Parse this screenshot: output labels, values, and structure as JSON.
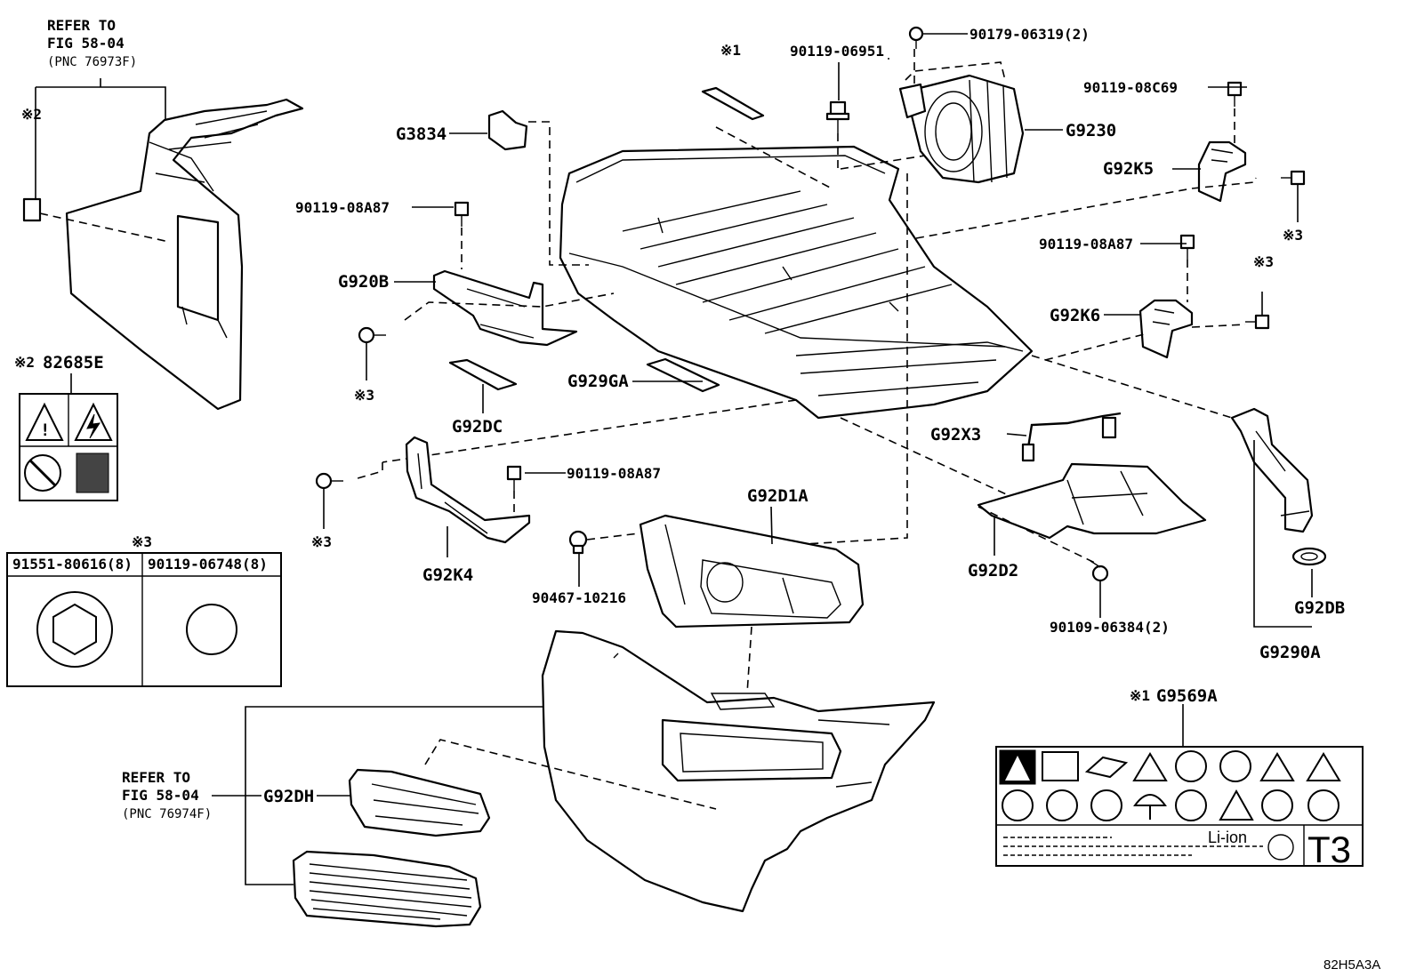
{
  "refer_top": {
    "line1": "REFER TO",
    "line2": "FIG 58-04",
    "line3": "(PNC 76973F)"
  },
  "refer_bottom": {
    "line1": "REFER TO",
    "line2": "FIG 58-04",
    "line3": "(PNC 76974F)"
  },
  "marks": {
    "note1": "※1",
    "note2": "※2",
    "note3": "※3"
  },
  "parts": {
    "p_90179_06319": "90179-06319(2)",
    "p_90119_06951": "90119-06951",
    "p_G9230": "G9230",
    "p_90119_08C69": "90119-08C69",
    "p_G92K5": "G92K5",
    "p_G3834": "G3834",
    "p_90119_08A87_a": "90119-08A87",
    "p_90119_08A87_b": "90119-08A87",
    "p_90119_08A87_c": "90119-08A87",
    "p_G920B": "G920B",
    "p_G92K6": "G92K6",
    "p_G929GA": "G929GA",
    "p_G92DC": "G92DC",
    "p_G92X3": "G92X3",
    "p_G92D1A": "G92D1A",
    "p_G92K4": "G92K4",
    "p_90467_10216": "90467-10216",
    "p_G92D2": "G92D2",
    "p_90109_06384": "90109-06384(2)",
    "p_G92DB": "G92DB",
    "p_G9290A": "G9290A",
    "p_G9569A": "G9569A",
    "p_G92DH": "G92DH",
    "p_82685E": "82685E"
  },
  "bolt_table": {
    "col1": "91551-80616(8)",
    "col2": "90119-06748(8)"
  },
  "label_sticker": {
    "liion": "Li-ion",
    "class": "T3"
  },
  "figure_code": "82H5A3A"
}
